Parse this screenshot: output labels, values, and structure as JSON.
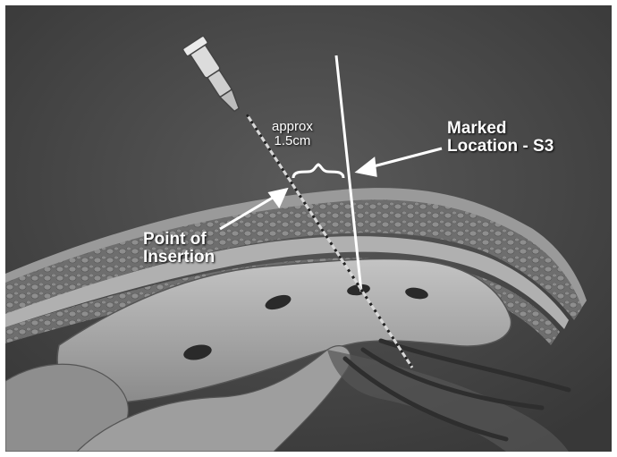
{
  "labels": {
    "approx": "approx\n1.5cm",
    "marked_location": "Marked\nLocation - S3",
    "point_of_insertion": "Point of\nInsertion"
  },
  "colors": {
    "background": "#4a4a4a",
    "tissue": "#7a7a7a",
    "bone": "#a8a8a8",
    "annotation": "#ffffff"
  }
}
